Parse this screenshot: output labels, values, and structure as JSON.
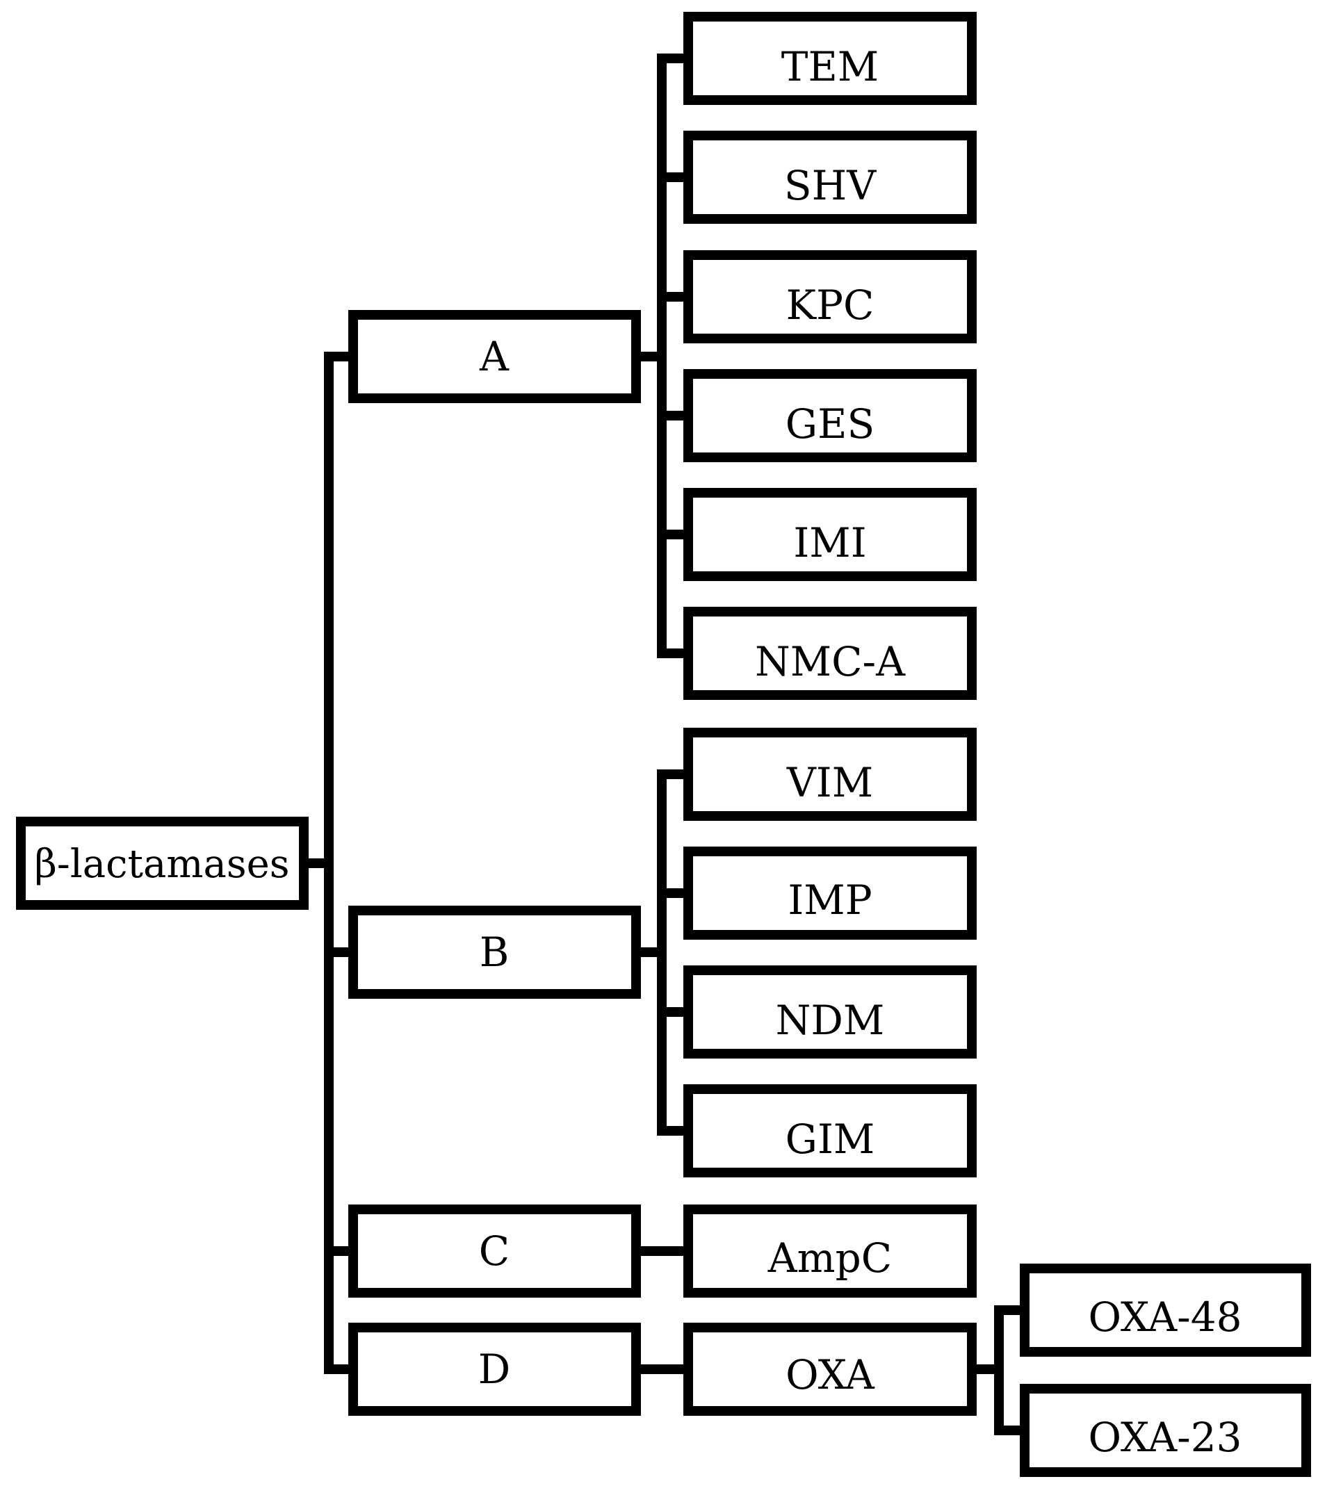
{
  "diagram": {
    "root": "β-lactamases",
    "classes": [
      {
        "id": "A",
        "label": "A",
        "members": [
          "TEM",
          "SHV",
          "KPC",
          "GES",
          "IMI",
          "NMC-A"
        ]
      },
      {
        "id": "B",
        "label": "B",
        "members": [
          "VIM",
          "IMP",
          "NDM",
          "GIM"
        ]
      },
      {
        "id": "C",
        "label": "C",
        "members": [
          "AmpC"
        ]
      },
      {
        "id": "D",
        "label": "D",
        "members": [
          "OXA"
        ],
        "sub_members": [
          "OXA-48",
          "OXA-23"
        ]
      }
    ]
  }
}
